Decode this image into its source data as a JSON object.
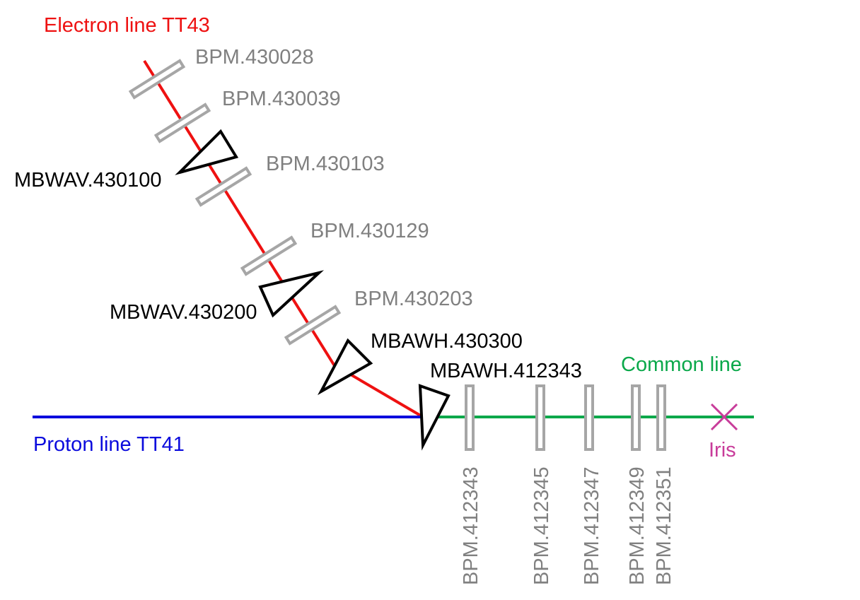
{
  "lines": {
    "electron": {
      "label": "Electron line TT43",
      "color": "#ee1111"
    },
    "proton": {
      "label": "Proton line TT41",
      "color": "#0b0bdd"
    },
    "common": {
      "label": "Common line",
      "color": "#0aa84a"
    }
  },
  "electron_bpms": [
    {
      "label": "BPM.430028"
    },
    {
      "label": "BPM.430039"
    },
    {
      "label": "BPM.430103"
    },
    {
      "label": "BPM.430129"
    },
    {
      "label": "BPM.430203"
    }
  ],
  "magnets": [
    {
      "label": "MBWAV.430100"
    },
    {
      "label": "MBWAV.430200"
    },
    {
      "label": "MBAWH.430300"
    },
    {
      "label": "MBAWH.412343"
    }
  ],
  "common_bpms": [
    {
      "label": "BPM.412343"
    },
    {
      "label": "BPM.412345"
    },
    {
      "label": "BPM.412347"
    },
    {
      "label": "BPM.412349"
    },
    {
      "label": "BPM.412351"
    }
  ],
  "iris": {
    "label": "Iris",
    "color": "#c83c9a",
    "icon": "cross-marker-icon"
  },
  "colors": {
    "bpm": "#a6a6a6",
    "bpm_label": "#808080",
    "magnet": "#000000"
  }
}
